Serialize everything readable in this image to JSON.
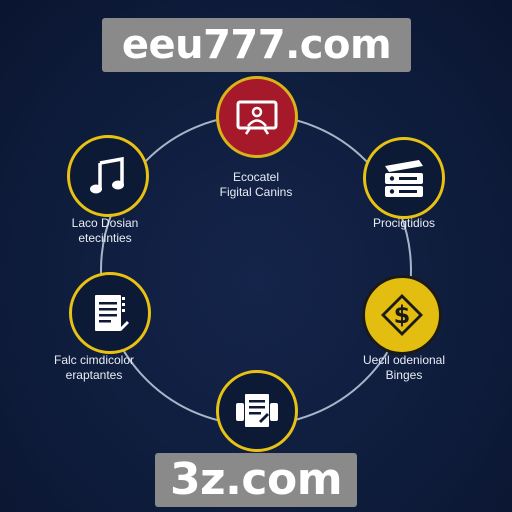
{
  "watermarks": {
    "top": "eeu777.com",
    "bottom": "3z.com"
  },
  "nodes": [
    {
      "icon": "presentation-icon",
      "label_line1": "Ecocatel",
      "label_line2": "Figital Canins"
    },
    {
      "icon": "server-icon",
      "label_line1": "Procigtidios",
      "label_line2": ""
    },
    {
      "icon": "dollar-icon",
      "label_line1": "Uecil odenional",
      "label_line2": "Binges"
    },
    {
      "icon": "document-icon",
      "label_line1": "",
      "label_line2": ""
    },
    {
      "icon": "notepad-icon",
      "label_line1": "Falc cimdicolor",
      "label_line2": "eraptantes"
    },
    {
      "icon": "music-note-icon",
      "label_line1": "Laco Dosian",
      "label_line2": "eteciinties"
    }
  ],
  "colors": {
    "background": "#0f1d3d",
    "ring": "#aab4c8",
    "node_border": "#e8c213",
    "accent_red": "#a5192b",
    "accent_gold": "#e3bd10"
  }
}
